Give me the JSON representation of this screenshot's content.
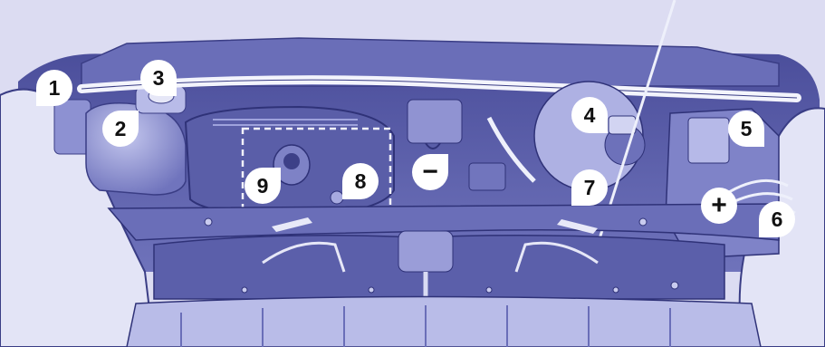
{
  "palette": {
    "background": "#dcdcf2",
    "body_dark": "#5558a8",
    "body_mid": "#7c80c4",
    "body_light": "#a5a8dc",
    "highlight": "#eef0fb",
    "outline": "#303070",
    "callout_fill": "#ffffff",
    "callout_text": "#111111"
  },
  "callouts": {
    "c1": "1",
    "c2": "2",
    "c3": "3",
    "c4": "4",
    "c5": "5",
    "c6": "6",
    "c7": "7",
    "c8": "8",
    "c9": "9",
    "battery_negative": "−",
    "battery_positive": "+"
  }
}
